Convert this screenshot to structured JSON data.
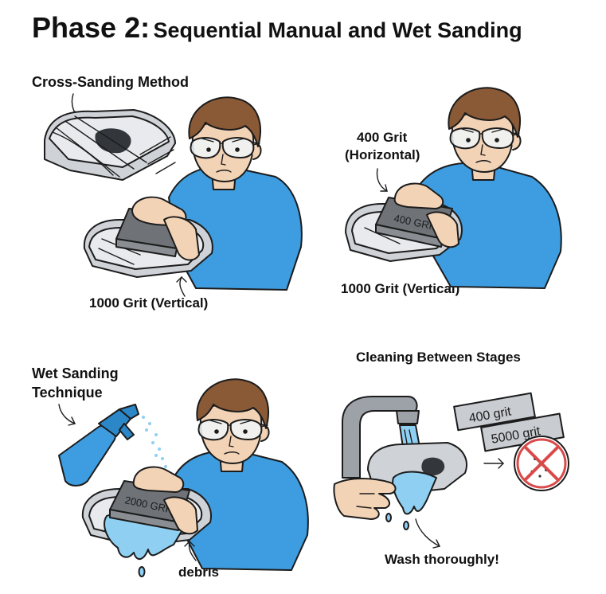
{
  "title": {
    "main": "Phase 2:",
    "rest": "Sequential Manual and Wet Sanding"
  },
  "panels": {
    "p1": {
      "heading": "Cross-Sanding Method",
      "grit": "1000 Grit (Vertical)"
    },
    "p2": {
      "grit_top_1": "400 Grit",
      "grit_top_2": "(Horizontal)",
      "block_text": "400 GRI",
      "grit_bottom": "1000 Grit (Vertical)"
    },
    "p3": {
      "heading_1": "Wet Sanding",
      "heading_2": "Technique",
      "block_text": "2000 GRI",
      "debris": "debris"
    },
    "p4": {
      "heading": "Cleaning Between Stages",
      "tag1": "400 grit",
      "tag2": "5000 grit",
      "caption": "Wash thoroughly!"
    }
  },
  "colors": {
    "shirt": "#3d9de0",
    "hair": "#8a5a36",
    "skin": "#f3d3b6",
    "water": "#8fd0f2",
    "prohibit": "#d94a4a"
  }
}
